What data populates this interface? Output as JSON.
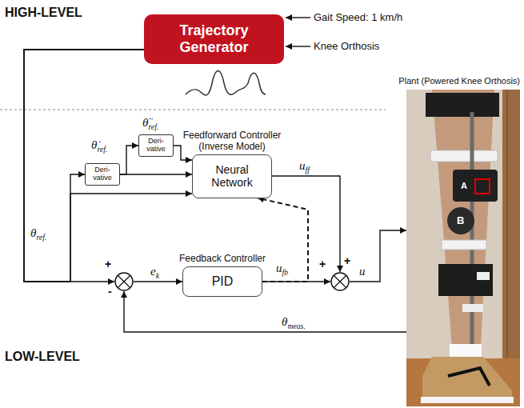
{
  "diagram": {
    "nodes": [
      {
        "text": [
          "Trajectory Generator"
        ]
      },
      {
        "text": [
          "Deri- vative"
        ]
      },
      {
        "text": [
          "Deri- vative"
        ]
      },
      {
        "text": [
          "Feedforward Controller (Inverse Model)",
          "Neural Network"
        ]
      },
      {
        "text": [
          "+",
          "-"
        ]
      },
      {
        "text": [
          "Feedback Controller",
          "PID"
        ]
      },
      {
        "text": [
          "+",
          "+"
        ]
      },
      {
        "text": [
          "Plant (Powered Knee Orthosis)"
        ]
      }
    ],
    "edges": [
      {
        "from": 0,
        "to": 4,
        "arrow": "to",
        "label": "θref."
      },
      {
        "from": 0,
        "to": 1,
        "arrow": "to"
      },
      {
        "from": 0,
        "to": 3,
        "arrow": "to"
      },
      {
        "from": 1,
        "to": 2,
        "arrow": "to",
        "label": "θ̇ref."
      },
      {
        "from": 1,
        "to": 3,
        "arrow": "to"
      },
      {
        "from": 2,
        "to": 3,
        "arrow": "to",
        "label": "θ̈ref."
      },
      {
        "from": 4,
        "to": 5,
        "arrow": "to",
        "label": "ek"
      },
      {
        "from": 5,
        "to": 6,
        "arrow": "to",
        "label": "ufb"
      },
      {
        "from": 3,
        "to": 6,
        "arrow": "to",
        "label": "uff"
      },
      {
        "from": 6,
        "to": 7,
        "arrow": "to",
        "label": "u"
      },
      {
        "from": 7,
        "to": 4,
        "arrow": "to",
        "label": "θmeas."
      },
      {
        "from": 5,
        "to": 3,
        "arrow": "to"
      }
    ],
    "labels": [
      "HIGH-LEVEL",
      "Gait Speed: 1 km/h",
      "Knee Orthosis",
      "LOW-LEVEL",
      "A",
      "B"
    ]
  }
}
